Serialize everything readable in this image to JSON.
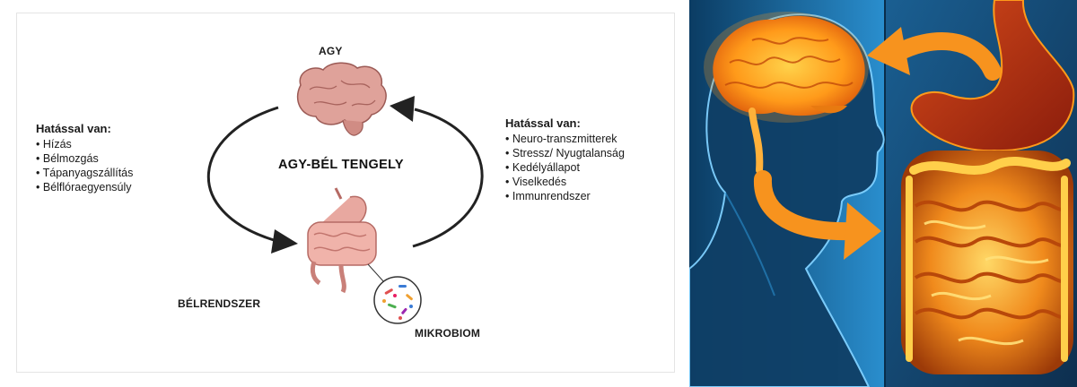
{
  "diagram": {
    "labels": {
      "brain": "AGY",
      "gut": "BÉLRENDSZER",
      "microbiome": "MIKROBIOM",
      "center": "AGY-BÉL TENGELY"
    },
    "left_box": {
      "heading": "Hatással van:",
      "items": [
        "Hízás",
        "Bélmozgás",
        "Tápanyagszállítás",
        "Bélflóraegyensúly"
      ]
    },
    "right_box": {
      "heading": "Hatással van:",
      "items": [
        "Neuro-transzmitterek",
        "Stressz/ Nyugtalanság",
        "Kedélyállapot",
        "Viselkedés",
        "Immunrendszer"
      ]
    },
    "icons": [
      "brain-icon",
      "intestine-icon",
      "microbiome-icon",
      "arrow-down-icon",
      "arrow-up-icon"
    ]
  },
  "photo": {
    "icons": [
      "human-head-silhouette",
      "glowing-brain",
      "glowing-stomach",
      "glowing-intestines",
      "arrow-to-brain-icon",
      "arrow-to-gut-icon"
    ],
    "colors": {
      "background_blue": "#1d6fa8",
      "glow_orange": "#ff9a1a",
      "arrow_orange": "#f7931e"
    }
  }
}
